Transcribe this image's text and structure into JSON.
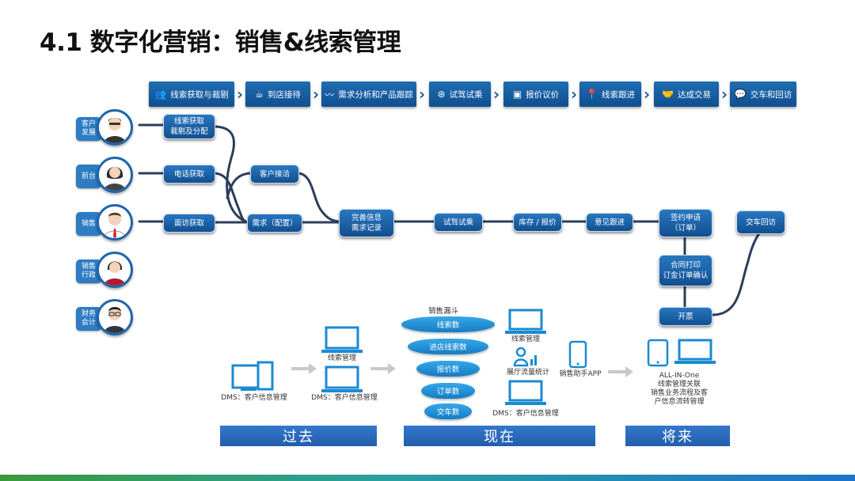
{
  "title": "4.1 数字化营销：销售&线索管理",
  "steps": [
    "线索获取与裁剔",
    "到店接待",
    "需求分析和产品跟踪",
    "试驾试乘",
    "报价议价",
    "线索跟进",
    "达成交易",
    "交车和回访"
  ],
  "roles": [
    "客户\n发展",
    "前台",
    "销售",
    "销售\n行政",
    "财务\n会计"
  ],
  "nodes": {
    "lead_get": "线索获取\n裁剔及分配",
    "phone": "电话获取",
    "visit_get": "面访获取",
    "reception": "客户接洽",
    "needs": "需求（配置）",
    "info": "完善信息\n需求记录",
    "test": "试驾试乘",
    "stock": "库存 / 报价",
    "follow": "意见跟进",
    "sign": "签约申请\n（订单）",
    "contract": "合同打印\n订金订单确认",
    "invoice": "开票",
    "deliver": "交车回访"
  },
  "past": {
    "dms1": "DMS：客户信息管理",
    "leads": "线索管理",
    "dms2": "DMS：客户信息管理"
  },
  "now": {
    "funnel_title": "销售漏斗",
    "funnel": [
      "线索数",
      "进店线索数",
      "报价数",
      "订单数",
      "交车数"
    ],
    "leads": "线索管理",
    "traffic": "展厅流量统计",
    "dms": "DMS：客户信息管理",
    "app": "销售助手APP"
  },
  "future": {
    "label1": "ALL-IN-One",
    "label2": "线索管理关联",
    "label3": "销售业务流程及客",
    "label4": "户信息流转管理"
  },
  "bands": [
    "过去",
    "现在",
    "将来"
  ]
}
